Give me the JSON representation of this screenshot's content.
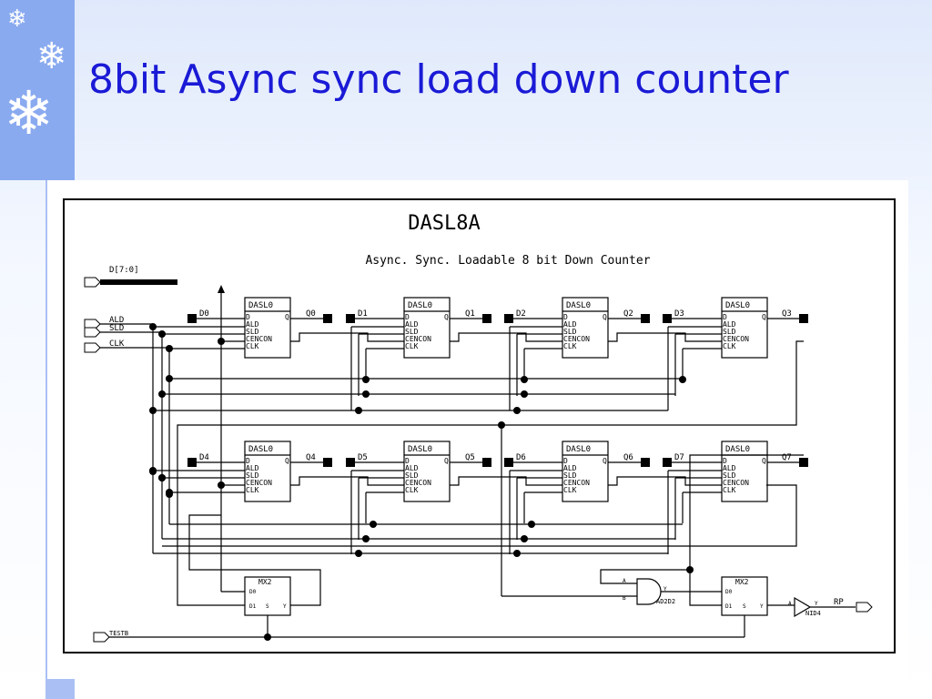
{
  "slide": {
    "title": "8bit Async sync load down counter",
    "title_color": "#1a1ad6",
    "decor_icon": "snowflake-icon"
  },
  "schematic": {
    "name": "DASL8A",
    "description": "Async. Sync. Loadable 8 bit Down Counter",
    "bus_input": "D[7:0]",
    "inputs": [
      "ALD",
      "SLD",
      "CLK"
    ],
    "test_input": "TESTB",
    "output": "RP",
    "cell": {
      "name": "DASL0",
      "pin_d": "D",
      "pin_q": "Q",
      "pin_ald": "ALD",
      "pin_sld": "SLD",
      "pin_cencon": "CENCON",
      "pin_clk": "CLK"
    },
    "stages": [
      {
        "d": "D0",
        "q": "Q0"
      },
      {
        "d": "D1",
        "q": "Q1"
      },
      {
        "d": "D2",
        "q": "Q2"
      },
      {
        "d": "D3",
        "q": "Q3"
      },
      {
        "d": "D4",
        "q": "Q4"
      },
      {
        "d": "D5",
        "q": "Q5"
      },
      {
        "d": "D6",
        "q": "Q6"
      },
      {
        "d": "D7",
        "q": "Q7"
      }
    ],
    "mux": {
      "name": "MX2",
      "in0": "D0",
      "in1": "D1",
      "sel": "S",
      "out": "Y"
    },
    "and_gate": {
      "name": "AD2D2",
      "in_a": "A",
      "in_b": "B",
      "out": "Y"
    },
    "buffer": {
      "name": "NID4",
      "in": "A",
      "out": "Y"
    }
  }
}
